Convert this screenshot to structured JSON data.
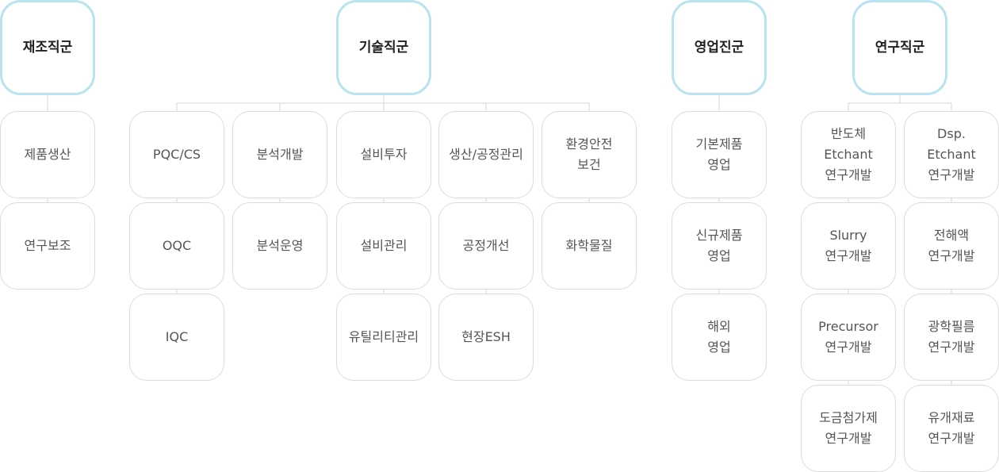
{
  "groups": [
    {
      "title": "재조직군",
      "columns": [
        [
          "제품생산",
          "연구보조"
        ]
      ]
    },
    {
      "title": "기술직군",
      "columns": [
        [
          "PQC/CS",
          "OQC",
          "IQC"
        ],
        [
          "분석개발",
          "분석운영"
        ],
        [
          "설비투자",
          "설비관리",
          "유틸리티관리"
        ],
        [
          "생산/공정관리",
          "공정개선",
          "현장ESH"
        ],
        [
          "환경안전\n보건",
          "화학물질"
        ]
      ]
    },
    {
      "title": "영업진군",
      "columns": [
        [
          "기본제품\n영업",
          "신규제품\n영업",
          "해외\n영업"
        ]
      ]
    },
    {
      "title": "연구직군",
      "columns": [
        [
          "반도체\nEtchant\n연구개발",
          "Slurry\n연구개발",
          "Precursor\n연구개발",
          "도금첨가제\n연구개발"
        ],
        [
          "Dsp.\nEtchant\n연구개발",
          "전해액\n연구개발",
          "광학필름\n연구개발",
          "유개재료\n연구개발"
        ]
      ]
    }
  ],
  "colors": {
    "head_border": "#b8e2f2",
    "node_border": "#dcdcdc",
    "connector": "#d6d6d6"
  }
}
